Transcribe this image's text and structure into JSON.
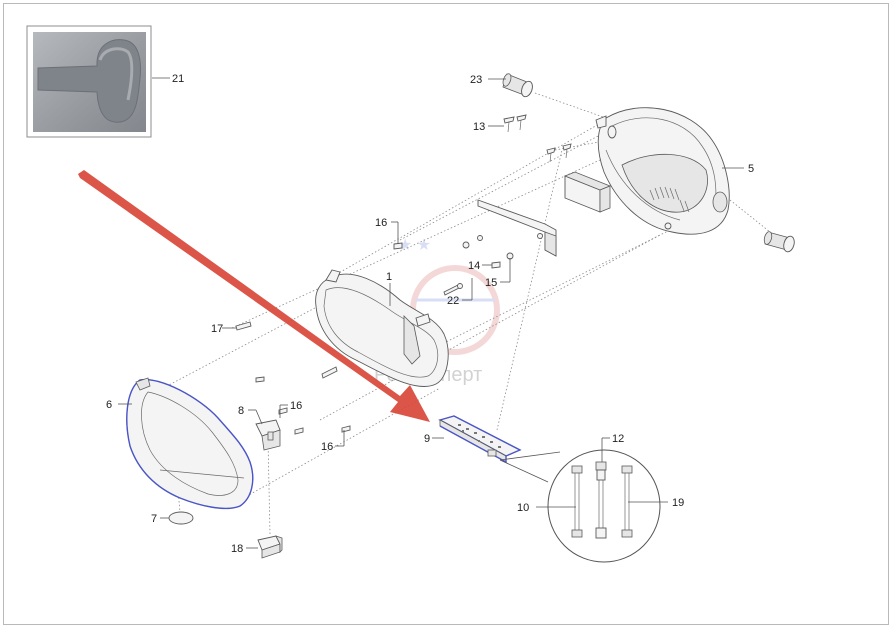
{
  "watermark": "Ремэксперт",
  "arrow_color": "#d9473a",
  "highlight_color": "#4a55c8",
  "callouts": {
    "c1": "1",
    "c5": "5",
    "c6": "6",
    "c7": "7",
    "c8": "8",
    "c9": "9",
    "c10": "10",
    "c12": "12",
    "c13": "13",
    "c14": "14",
    "c15": "15",
    "c16a": "16",
    "c16b": "16",
    "c16c": "16",
    "c17": "17",
    "c18": "18",
    "c19": "19",
    "c21": "21",
    "c22": "22",
    "c23": "23"
  },
  "highlighted_parts": [
    "9",
    "6"
  ]
}
